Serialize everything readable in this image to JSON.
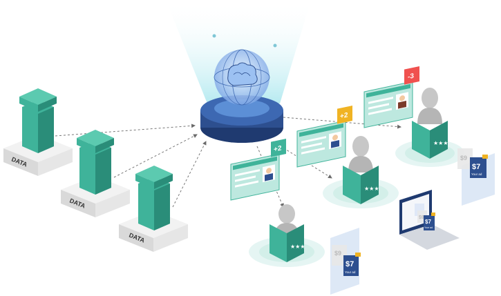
{
  "data_blocks": [
    {
      "label": "DATA"
    },
    {
      "label": "DATA"
    },
    {
      "label": "DATA"
    }
  ],
  "score_badges": [
    {
      "text": "+2",
      "color": "#3fb39a"
    },
    {
      "text": "+2",
      "color": "#f0b323"
    },
    {
      "text": "-3",
      "color": "#f0514f"
    }
  ],
  "price_tags": [
    {
      "old": "$9",
      "new": "$7",
      "note": "Your ad"
    },
    {
      "old": "$9",
      "new": "$7",
      "note": "Your ad"
    },
    {
      "old": "$9",
      "new": "$7",
      "note": "Your ad"
    }
  ],
  "colors": {
    "teal": "#3fb39a",
    "teal_dark": "#2a8d79",
    "hub_blue": "#2d4f8f",
    "beam": "#aee8ef",
    "platform": "#e5f5f3"
  },
  "icons": [
    "ai-brain-icon",
    "user-profile-icon",
    "star-icon",
    "laptop-icon",
    "phone-icon"
  ]
}
